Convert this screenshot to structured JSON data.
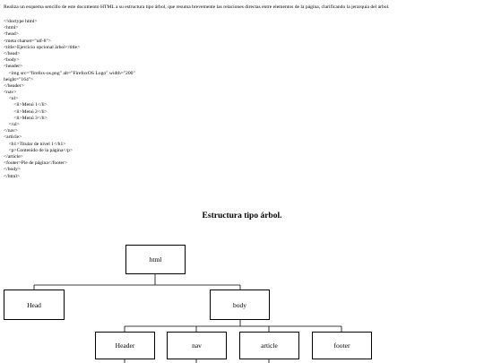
{
  "instruction": "Realiza un esquema sencillo de este documento HTML a su estructura tipo árbol, que resuma brevemente las relaciones directas entre elementos de la página, clarificando la jerarquía del árbol.",
  "code_lines": [
    "<!doctype html>",
    "<html>",
    "<head>",
    "<meta charset=\"utf-8\">",
    "<title>Ejercicio opcional árbol</title>",
    "</head>",
    "<body>",
    "<header>",
    "    <img src=\"firefox-os.png\" alt=\"FirefoxOS Logo\" width=\"200\"",
    "height=\"164\">",
    "</header>",
    "<nav>",
    "    <ul>",
    "        <li>Menú 1</li>",
    "        <li>Menú 2</li>",
    "        <li>Menú 3</li>",
    "    </ul>",
    "</nav>",
    "<article>",
    "    <h1>Titular de nivel 1</h1>",
    "    <p>Contenido de la página</p>",
    "</article>",
    "<footer>Pie de página</footer>",
    "</body>",
    "</html>"
  ],
  "diagram": {
    "title": "Estructura tipo árbol.",
    "nodes": {
      "html": "html",
      "head": "Head",
      "body": "body",
      "header": "Header",
      "nav": "nav",
      "article": "article",
      "footer": "footer"
    }
  }
}
